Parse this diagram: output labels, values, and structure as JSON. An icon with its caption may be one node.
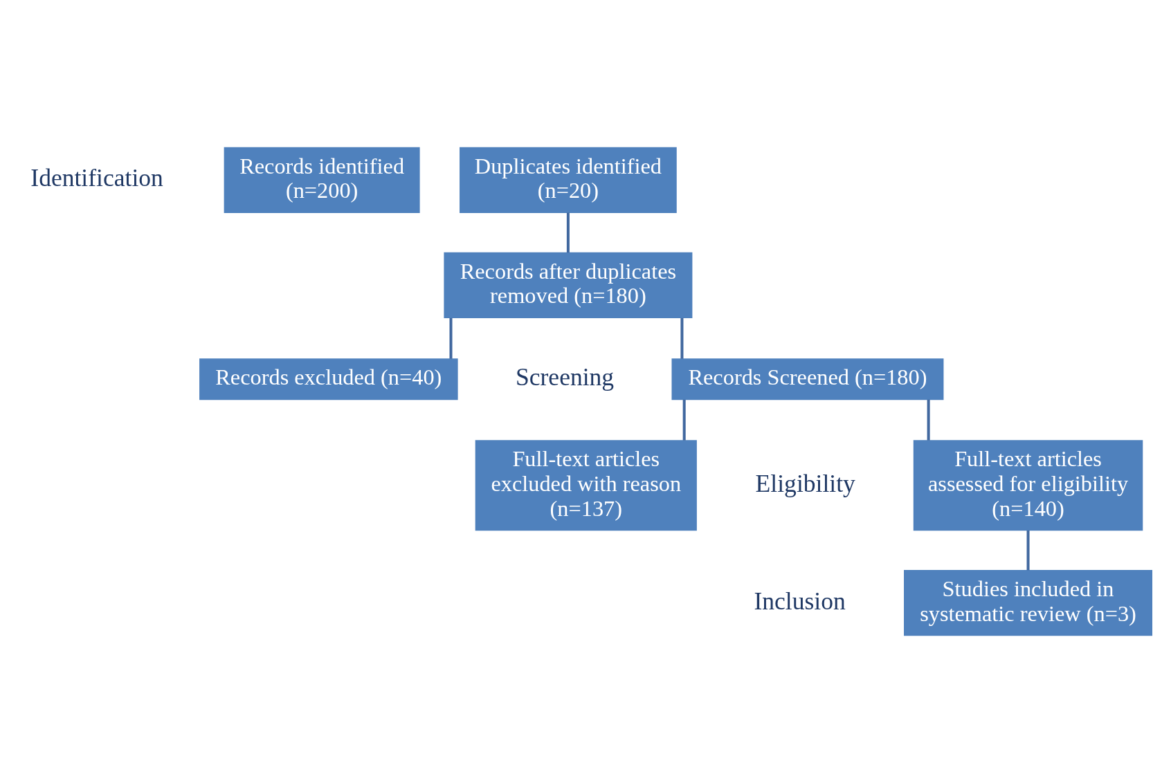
{
  "diagram": {
    "nodes": [
      {
        "text": [
          "Records identified (n=200)"
        ]
      },
      {
        "text": [
          "Duplicates identified (n=20)"
        ]
      },
      {
        "text": [
          "Records after duplicates removed (n=180)"
        ]
      },
      {
        "text": [
          "Records Screened (n=180)"
        ]
      },
      {
        "text": [
          "Records excluded (n=40)"
        ]
      },
      {
        "text": [
          "Full-text articles assessed for eligibility (n=140)"
        ]
      },
      {
        "text": [
          "Full-text articles excluded with reason (n=137)"
        ]
      },
      {
        "text": [
          "Studies included in systematic review (n=3)"
        ]
      }
    ],
    "edges": [
      {
        "from": 1,
        "to": 2,
        "arrow": "none"
      },
      {
        "from": 2,
        "to": 3,
        "arrow": "none"
      },
      {
        "from": 2,
        "to": 4,
        "arrow": "none"
      },
      {
        "from": 3,
        "to": 5,
        "arrow": "none"
      },
      {
        "from": 3,
        "to": 6,
        "arrow": "none"
      },
      {
        "from": 5,
        "to": 7,
        "arrow": "none"
      }
    ],
    "labels": [
      "Identification",
      "Screening",
      "Eligibility",
      "Inclusion"
    ]
  }
}
